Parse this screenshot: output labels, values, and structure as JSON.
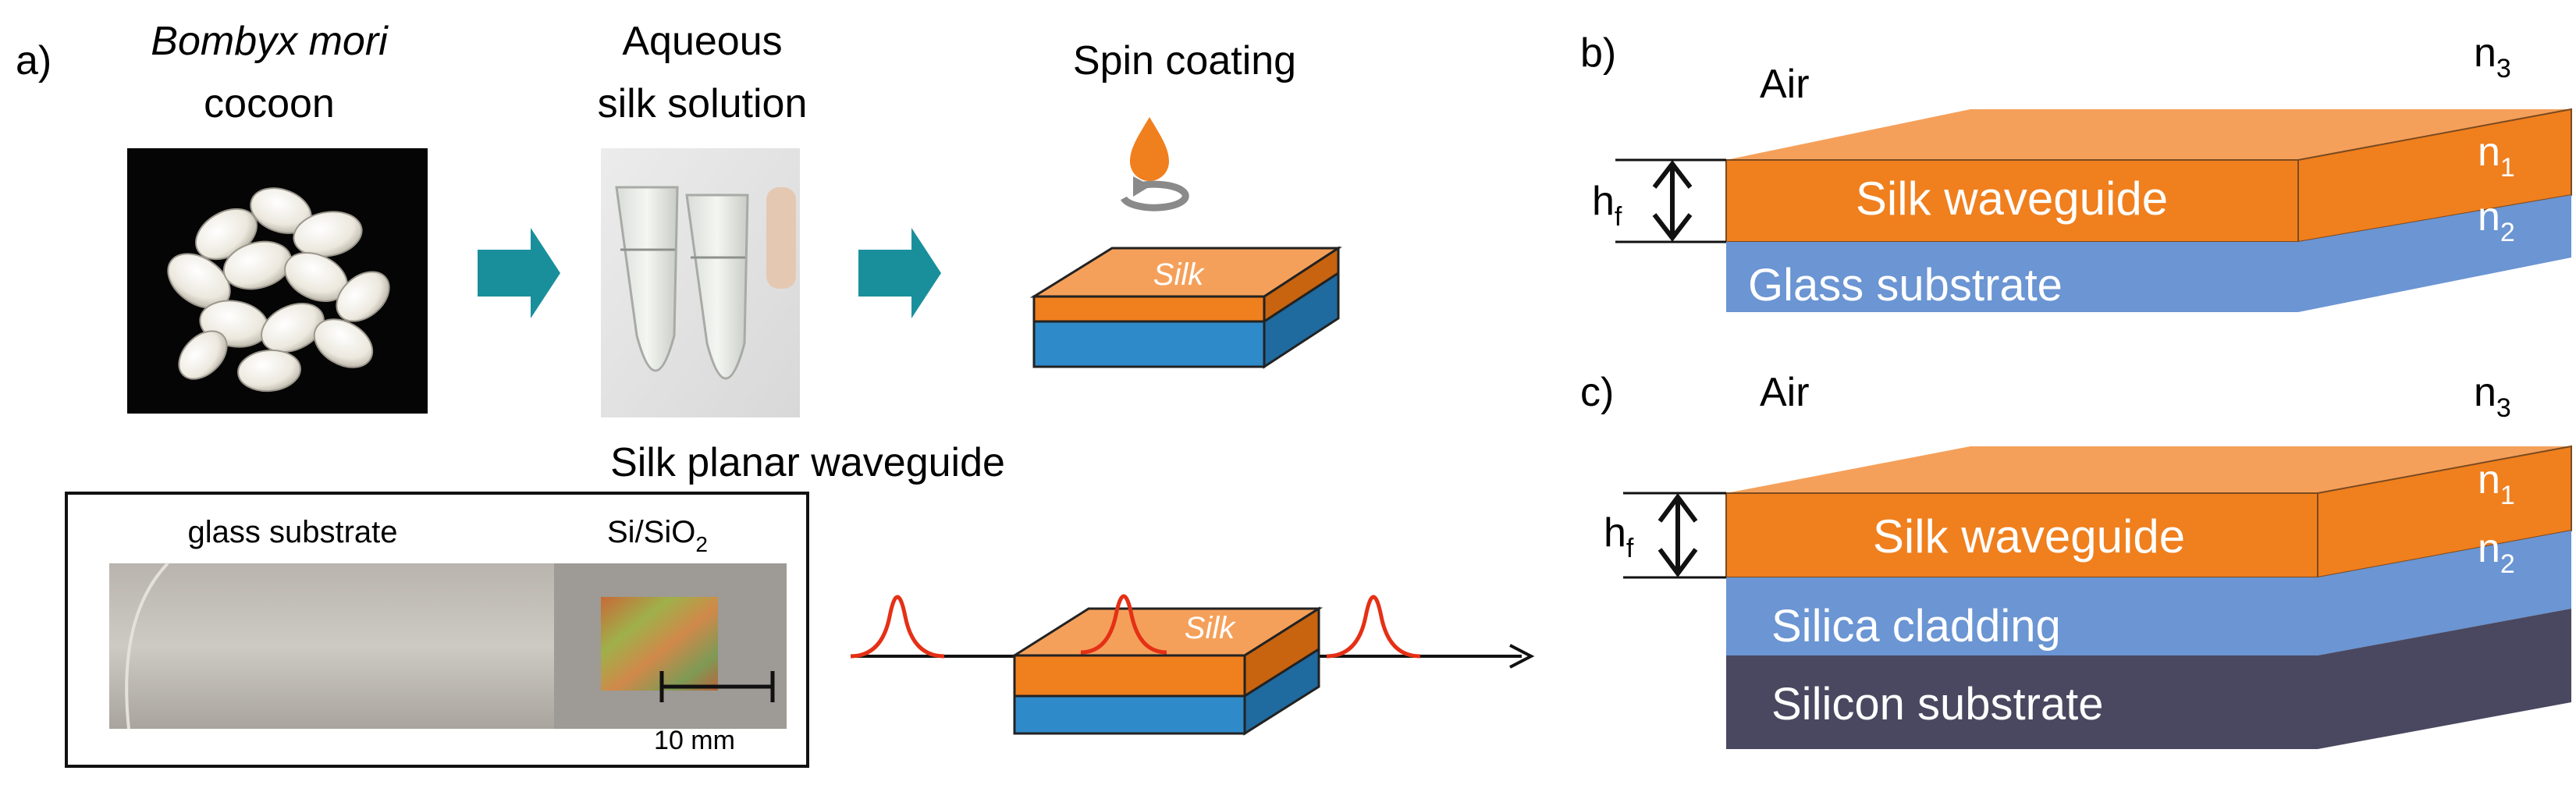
{
  "colors": {
    "orange": "#F07F1E",
    "orange_dark": "#B7570C",
    "blue": "#2F8AC9",
    "blue_light": "#6B95D3",
    "slate": "#4A4860",
    "teal_arrow": "#1A8F9C",
    "pulse_red": "#E53016"
  },
  "panel_a": {
    "label": "a)",
    "cocoon_line1": "Bombyx mori",
    "cocoon_line2": "cocoon",
    "solution_line1": "Aqueous",
    "solution_line2": "silk solution",
    "spin_title": "Spin coating",
    "spin_block_text": "Silk",
    "planar_title": "Silk planar waveguide",
    "photo_label_glass": "glass substrate",
    "photo_label_si_main": "Si/SiO",
    "photo_label_si_sub": "2",
    "scale_bar_label": "10 mm",
    "waveguide_block_text": "Silk"
  },
  "panel_b": {
    "label": "b)",
    "air": "Air",
    "n3_main": "n",
    "n3_sub": "3",
    "n1_main": "n",
    "n1_sub": "1",
    "n2_main": "n",
    "n2_sub": "2",
    "hf_main": "h",
    "hf_sub": "f",
    "layer1": "Silk waveguide",
    "layer2": "Glass substrate"
  },
  "panel_c": {
    "label": "c)",
    "air": "Air",
    "n3_main": "n",
    "n3_sub": "3",
    "n1_main": "n",
    "n1_sub": "1",
    "n2_main": "n",
    "n2_sub": "2",
    "hf_main": "h",
    "hf_sub": "f",
    "layer1": "Silk waveguide",
    "layer2": "Silica cladding",
    "layer3": "Silicon substrate"
  },
  "icons": {
    "droplet": "droplet-icon",
    "rotation": "rotation-arrow-icon",
    "process_arrow": "right-arrow-icon"
  }
}
